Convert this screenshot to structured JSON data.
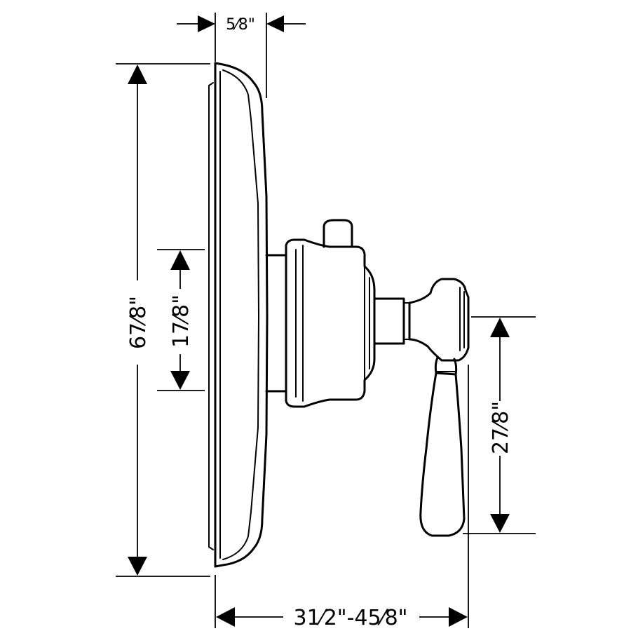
{
  "dimensions": {
    "trim_depth": "5⁄8\"",
    "plate_height": "67⁄8\"",
    "center_offset": "17⁄8\"",
    "handle_length": "27⁄8\"",
    "total_projection": "31⁄2\"-45⁄8\""
  }
}
